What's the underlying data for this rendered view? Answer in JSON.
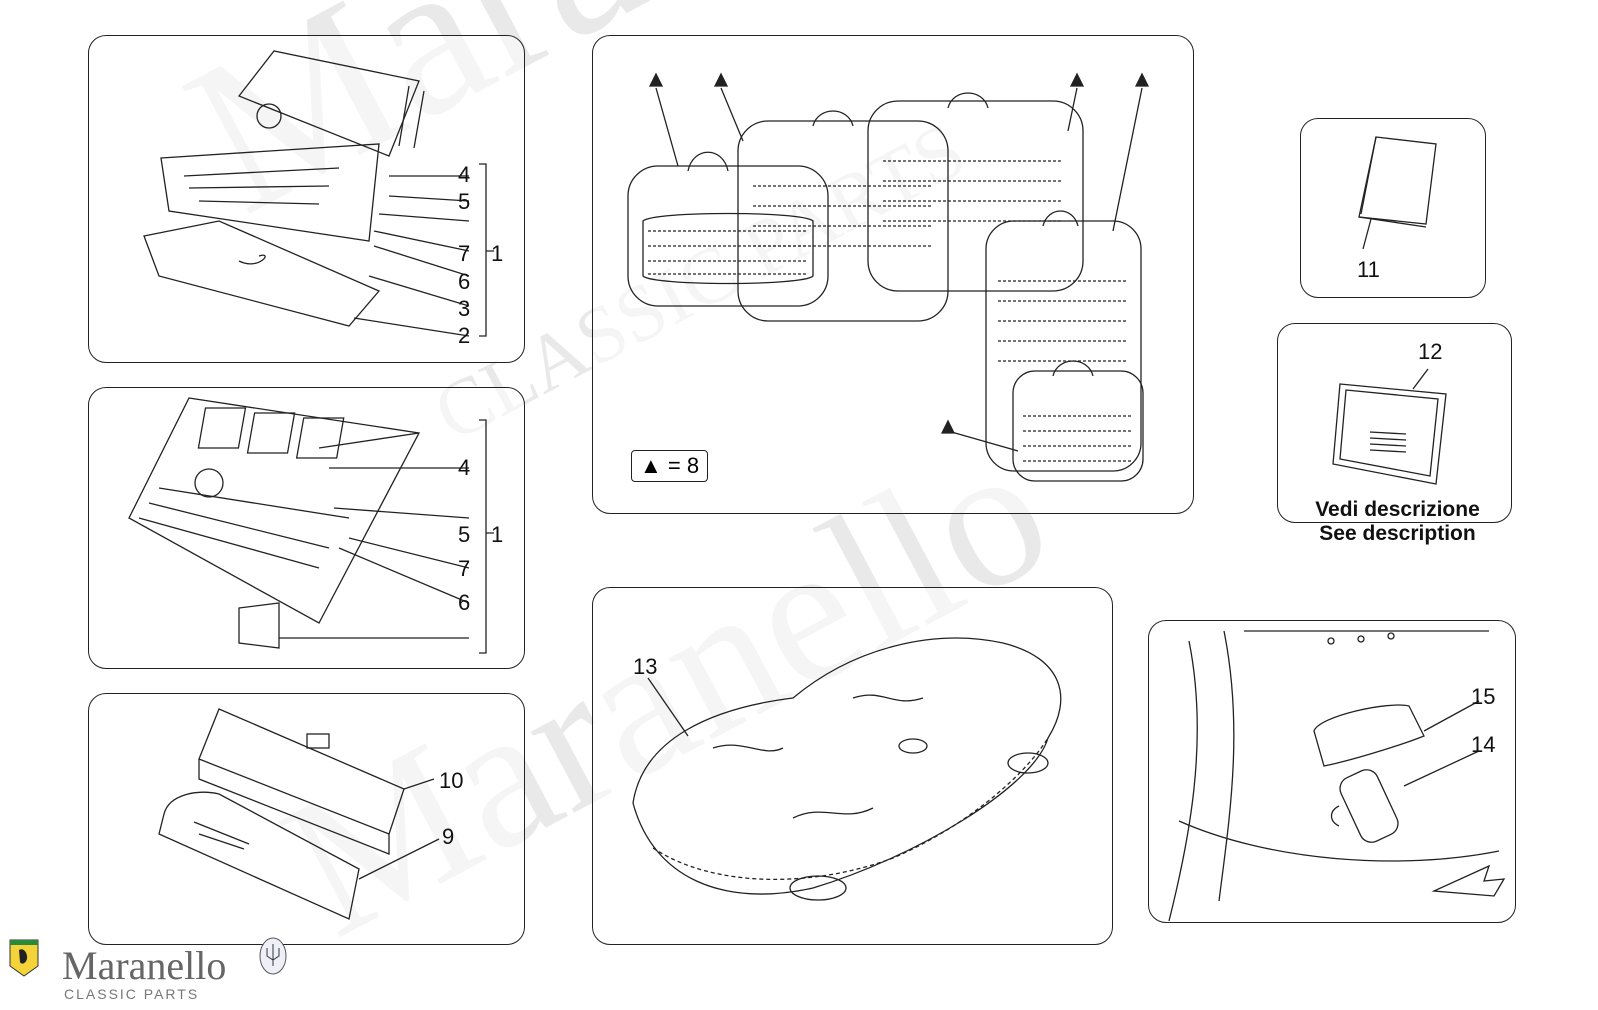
{
  "panel_a": {
    "labels": [
      "4",
      "5",
      "7",
      "6",
      "3",
      "2",
      "1"
    ]
  },
  "panel_b": {
    "labels": [
      "4",
      "5",
      "7",
      "6",
      "1"
    ]
  },
  "panel_c": {
    "labels": [
      "10",
      "9"
    ]
  },
  "panel_d": {
    "key_symbol": "▲",
    "key_text": "= 8"
  },
  "panel_e": {
    "label": "11"
  },
  "panel_f": {
    "label": "12",
    "desc_line1": "Vedi descrizione",
    "desc_line2": "See description"
  },
  "panel_g": {
    "label": "13"
  },
  "panel_h": {
    "labels": [
      "15",
      "14"
    ]
  },
  "brand": {
    "name": "Maranello",
    "sub": "CLASSIC PARTS"
  },
  "watermark": {
    "word1": "Maranello",
    "word2": "CLASSIC PARTS"
  }
}
